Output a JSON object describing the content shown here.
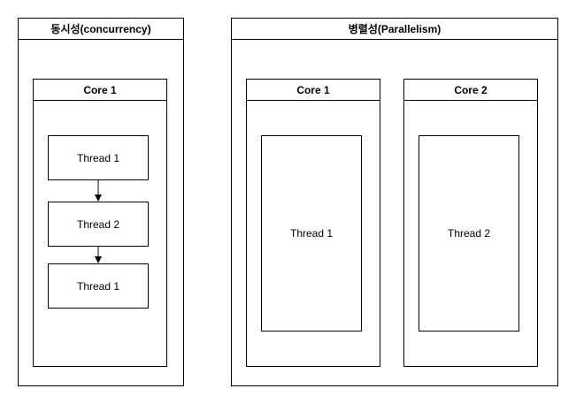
{
  "concurrency": {
    "title": "동시성(concurrency)",
    "core": {
      "label": "Core 1",
      "threads": [
        "Thread 1",
        "Thread 2",
        "Thread 1"
      ]
    }
  },
  "parallelism": {
    "title": "병렬성(Parallelism)",
    "cores": [
      {
        "label": "Core 1",
        "thread": "Thread 1"
      },
      {
        "label": "Core 2",
        "thread": "Thread 2"
      }
    ]
  }
}
